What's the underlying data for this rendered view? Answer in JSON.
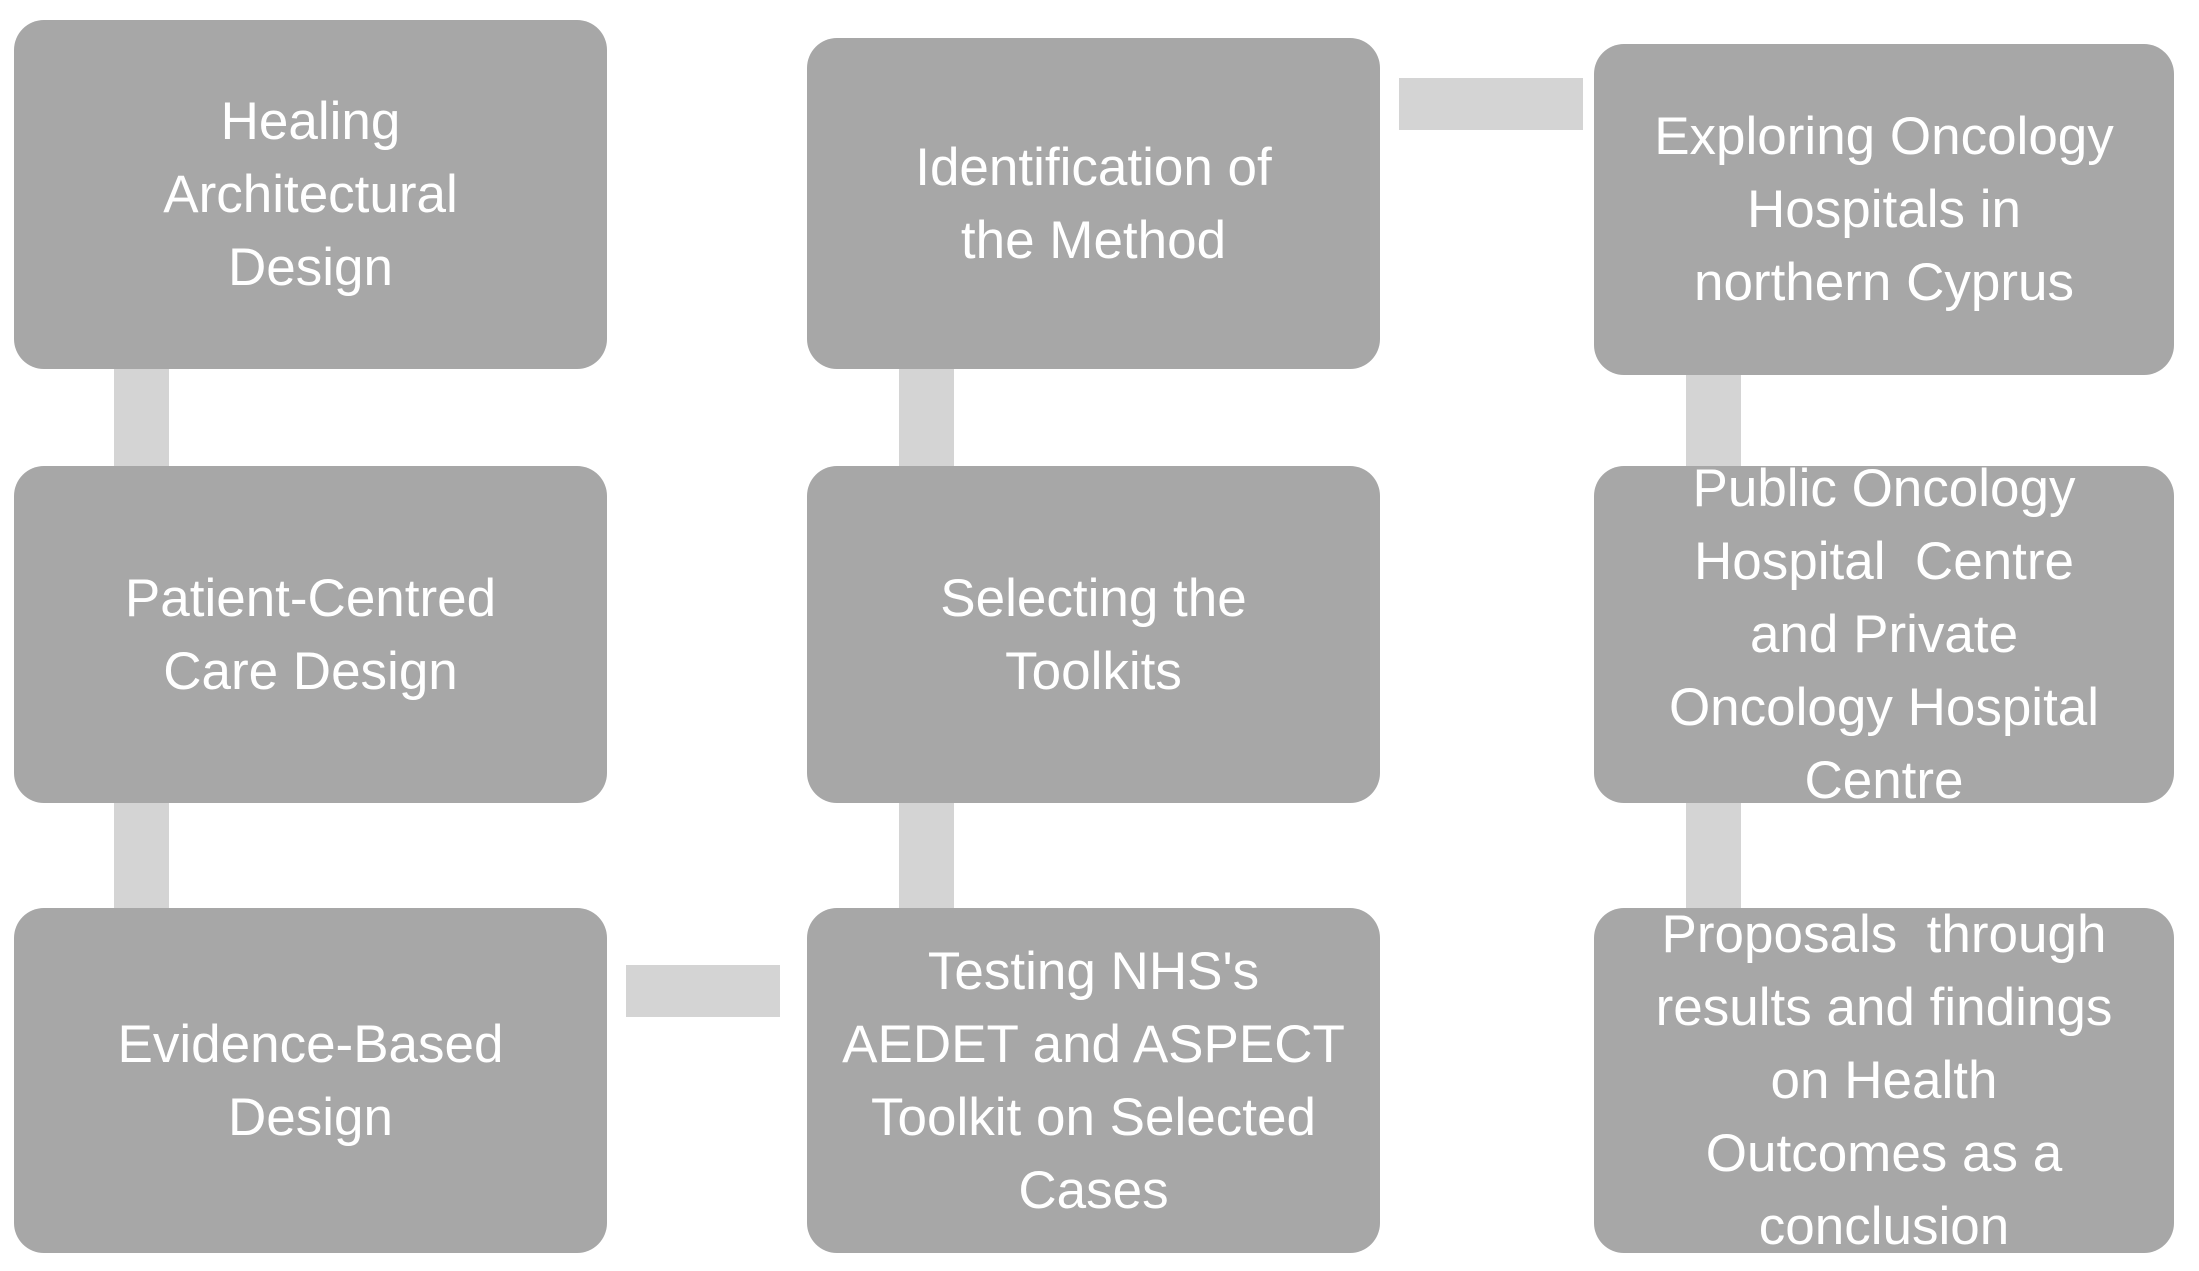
{
  "diagram": {
    "type": "flow-diagram",
    "colors": {
      "background": "#ffffff",
      "node_fill": "#a7a7a7",
      "node_text": "#ffffff",
      "connector_fill": "#d4d4d4"
    },
    "nodes": [
      {
        "id": "healing-architectural-design",
        "text": "Healing\nArchitectural\nDesign"
      },
      {
        "id": "patient-centred-care-design",
        "text": "Patient-Centred\nCare Design"
      },
      {
        "id": "evidence-based-design",
        "text": "Evidence-Based\nDesign"
      },
      {
        "id": "identification-of-the-method",
        "text": "Identification of\nthe Method"
      },
      {
        "id": "selecting-the-toolkits",
        "text": "Selecting the\nToolkits"
      },
      {
        "id": "testing-nhs-toolkits",
        "text": "Testing NHS's\nAEDET and ASPECT\nToolkit on Selected\nCases"
      },
      {
        "id": "exploring-oncology-hospitals",
        "text": "Exploring Oncology\nHospitals in\nnorthern Cyprus"
      },
      {
        "id": "public-private-oncology-centres",
        "text": "Public Oncology\nHospital  Centre\nand Private\nOncology Hospital\nCentre"
      },
      {
        "id": "proposals-conclusion",
        "text": "Proposals  through\nresults and findings\non Health\nOutcomes as a\nconclusion"
      }
    ],
    "connections": [
      {
        "from": "healing-architectural-design",
        "to": "patient-centred-care-design",
        "type": "vertical"
      },
      {
        "from": "patient-centred-care-design",
        "to": "evidence-based-design",
        "type": "vertical"
      },
      {
        "from": "identification-of-the-method",
        "to": "selecting-the-toolkits",
        "type": "vertical"
      },
      {
        "from": "selecting-the-toolkits",
        "to": "testing-nhs-toolkits",
        "type": "vertical"
      },
      {
        "from": "exploring-oncology-hospitals",
        "to": "public-private-oncology-centres",
        "type": "vertical"
      },
      {
        "from": "public-private-oncology-centres",
        "to": "proposals-conclusion",
        "type": "vertical"
      },
      {
        "from": "identification-of-the-method",
        "to": "exploring-oncology-hospitals",
        "type": "horizontal"
      },
      {
        "from": "evidence-based-design",
        "to": "testing-nhs-toolkits",
        "type": "horizontal"
      }
    ]
  }
}
